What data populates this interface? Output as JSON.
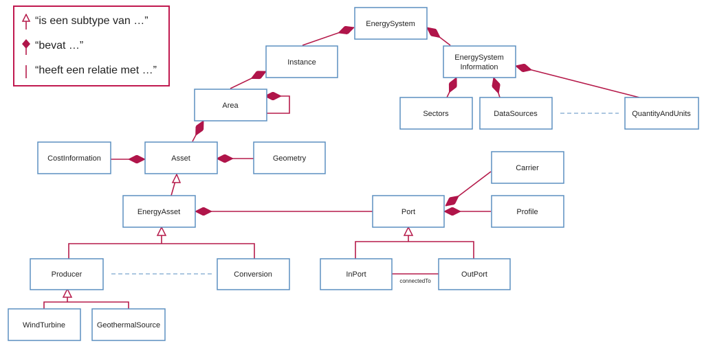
{
  "legend": {
    "subtype": "“is een subtype van …”",
    "contains": "“bevat …”",
    "relation": "“heeft een relatie met …”"
  },
  "classes": {
    "energy_system": "EnergySystem",
    "instance": "Instance",
    "energy_system_information": [
      "EnergySystem",
      "Information"
    ],
    "area": "Area",
    "sectors": "Sectors",
    "data_sources": "DataSources",
    "quantity_and_units": "QuantityAndUnits",
    "cost_information": "CostInformation",
    "asset": "Asset",
    "geometry": "Geometry",
    "carrier": "Carrier",
    "energy_asset": "EnergyAsset",
    "port": "Port",
    "profile": "Profile",
    "producer": "Producer",
    "conversion": "Conversion",
    "in_port": "InPort",
    "out_port": "OutPort",
    "wind_turbine": "WindTurbine",
    "geothermal_source": "GeothermalSource"
  },
  "edge_labels": {
    "connected_to": "connectedTo"
  },
  "colors": {
    "relation": "#b51a4a",
    "box_border": "#5b8fc0",
    "dashed": "#8fb3d6"
  }
}
